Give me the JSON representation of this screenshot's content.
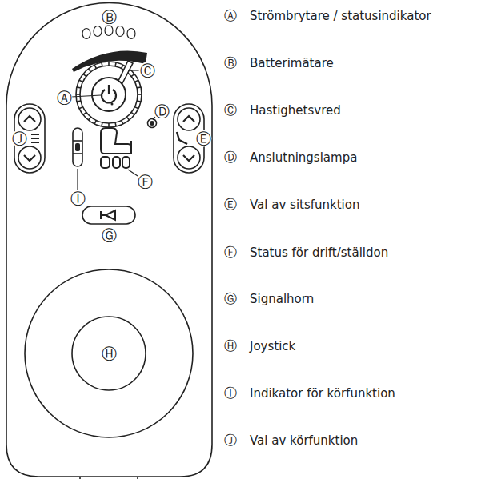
{
  "diagram": {
    "labels": [
      "Ⓑ",
      "Ⓒ",
      "Ⓐ",
      "Ⓓ",
      "Ⓙ",
      "Ⓔ",
      "Ⓘ",
      "Ⓕ",
      "Ⓖ",
      "Ⓗ",
      "Ⓐ",
      "Strömbrytare / statusindikator",
      "Ⓑ",
      "Batterimätare",
      "Ⓒ",
      "Hastighetsvred",
      "Ⓓ",
      "Anslutningslampa",
      "Ⓔ",
      "Val av sitsfunktion",
      "Ⓕ",
      "Status för drift/ställdon",
      "Ⓖ",
      "Signalhorn",
      "Ⓗ",
      "Joystick",
      "Ⓘ",
      "Indikator för körfunktion",
      "Ⓙ",
      "Val av körfunktion"
    ]
  }
}
